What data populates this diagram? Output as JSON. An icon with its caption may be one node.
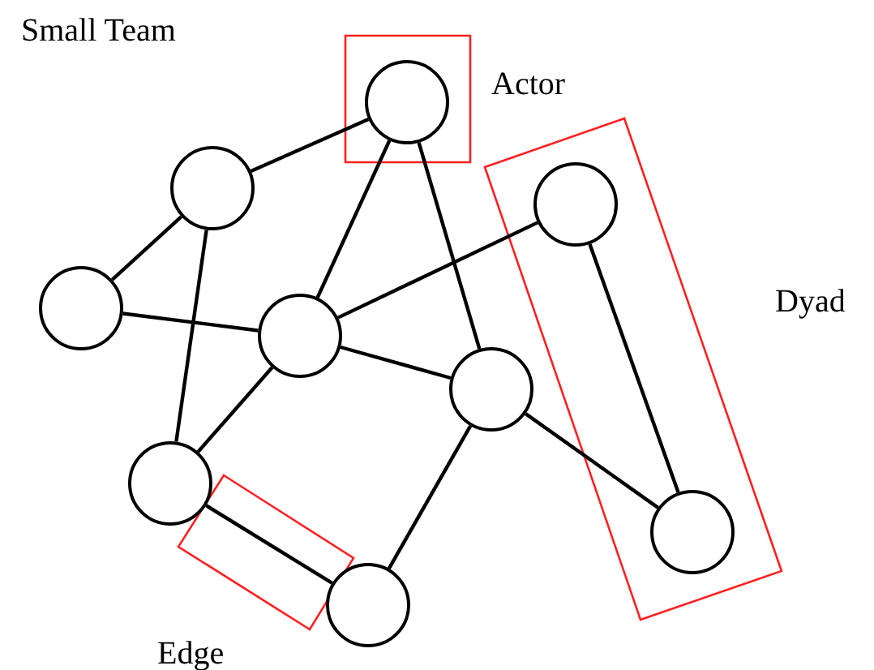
{
  "diagram": {
    "nodes": [
      {
        "text": [],
        "shape": "circle"
      },
      {
        "text": [],
        "shape": "circle"
      },
      {
        "text": [],
        "shape": "circle"
      },
      {
        "text": [],
        "shape": "circle"
      },
      {
        "text": [],
        "shape": "circle"
      },
      {
        "text": [],
        "shape": "circle"
      },
      {
        "text": [],
        "shape": "circle"
      },
      {
        "text": [],
        "shape": "circle"
      },
      {
        "text": [],
        "shape": "circle"
      }
    ],
    "edges": [
      {
        "from": 0,
        "to": 1,
        "arrow": "none"
      },
      {
        "from": 0,
        "to": 4,
        "arrow": "none"
      },
      {
        "from": 0,
        "to": 5,
        "arrow": "none"
      },
      {
        "from": 1,
        "to": 3,
        "arrow": "none"
      },
      {
        "from": 1,
        "to": 6,
        "arrow": "none"
      },
      {
        "from": 3,
        "to": 4,
        "arrow": "none"
      },
      {
        "from": 4,
        "to": 2,
        "arrow": "none"
      },
      {
        "from": 4,
        "to": 5,
        "arrow": "none"
      },
      {
        "from": 4,
        "to": 6,
        "arrow": "none"
      },
      {
        "from": 5,
        "to": 8,
        "arrow": "none"
      },
      {
        "from": 5,
        "to": 7,
        "arrow": "none"
      },
      {
        "from": 2,
        "to": 7,
        "arrow": "none"
      },
      {
        "from": 6,
        "to": 8,
        "arrow": "none"
      }
    ],
    "labels": [
      "Small Team",
      "Actor",
      "Dyad",
      "Edge"
    ]
  }
}
